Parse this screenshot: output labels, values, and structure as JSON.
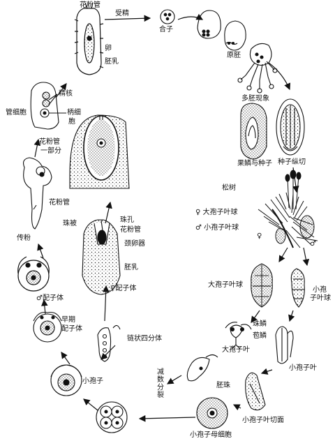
{
  "labels": {
    "pollen_tube_top": "花粉管",
    "fertilization": "受精",
    "egg": "卵",
    "endosperm_top": "胚乳",
    "zygote": "合子",
    "proembryo": "原胚",
    "polyembryony": "多胚现象",
    "sperm_nuclei": "精核",
    "tube_cell": "管细胞",
    "stalk_cell_1": "柄细",
    "stalk_cell_2": "胞",
    "pollen_tube_part_1": "花粉管",
    "pollen_tube_part_2": "一部分",
    "seed_scale_and_seed": "果鳞与种子",
    "seed_longitudinal": "种子纵切",
    "pine": "松树",
    "female_cone": "♀ 大孢子叶球",
    "male_cone": "♂ 小孢子叶球",
    "pollen_tube_left": "花粉管",
    "pollination": "传粉",
    "integument": "珠被",
    "micropyle": "珠孔",
    "pollen_tube_center": "花粉管",
    "archegonium": "颈卵器",
    "endosperm_center": "胚乳",
    "female_gametophyte": "♀配子体",
    "female_symbol": "♀",
    "male_symbol": "♂",
    "male_gametophyte": "♂配子体",
    "early_male_1": "早期",
    "early_male_2": "配子体",
    "megasporophyll_cone": "大孢子叶球",
    "microsporophyll_cone_1": "小孢",
    "microsporophyll_cone_2": "子叶球",
    "seed_scale": "珠鳞",
    "bract_scale": "苞鳞",
    "megasporophyll": "大孢子叶",
    "linear_tetrad": "链状四分体",
    "microspore": "小孢子",
    "meiosis": "减数分裂",
    "ovule": "胚珠",
    "microsporophyll": "小孢子叶",
    "microsporophyll_section": "小孢子叶切面",
    "microspore_mother_cell": "小孢子母细胞"
  }
}
